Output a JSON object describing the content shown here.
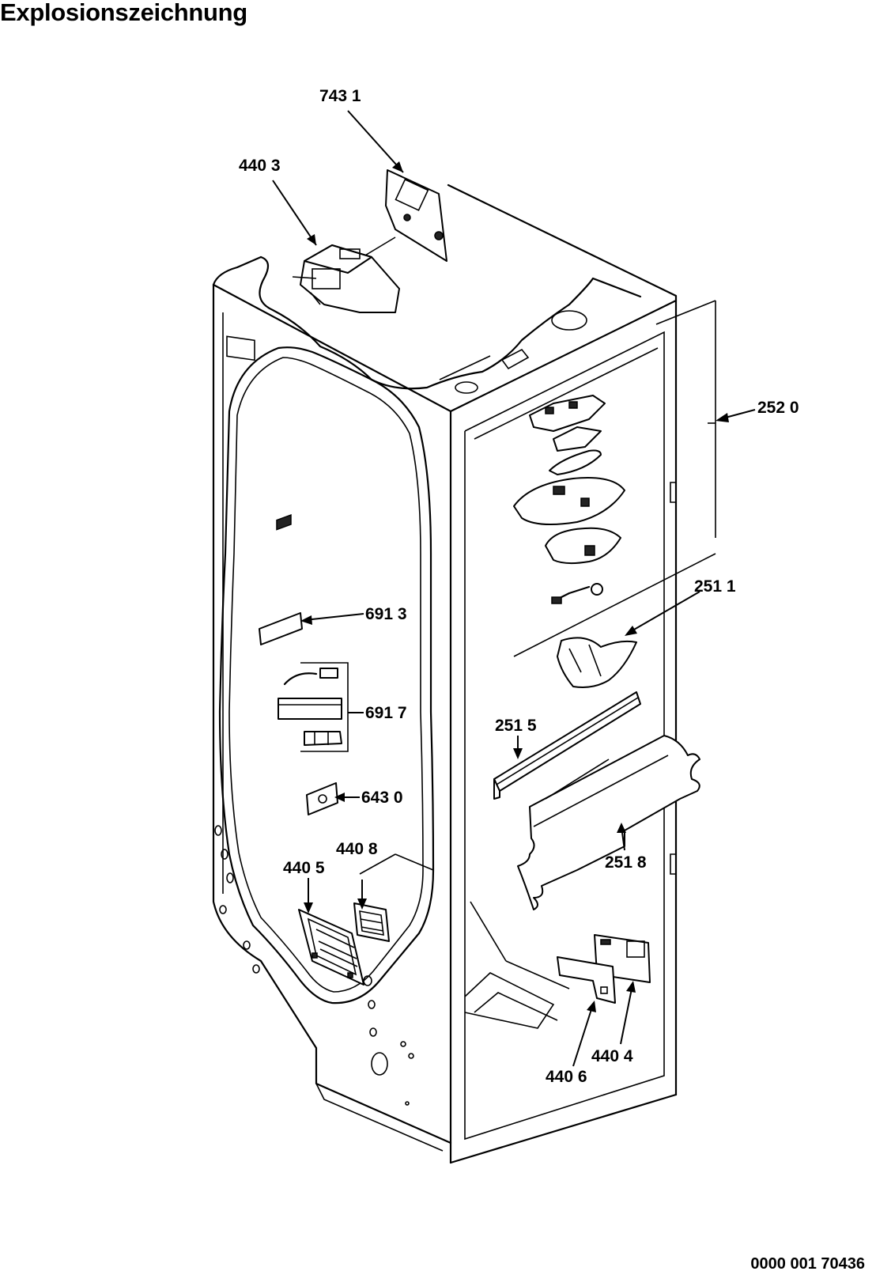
{
  "title": "Explosionszeichnung",
  "document_number": "0000 001 70436",
  "callouts": [
    {
      "id": "c-7431",
      "label": "743 1"
    },
    {
      "id": "c-4403",
      "label": "440 3"
    },
    {
      "id": "c-2520",
      "label": "252 0"
    },
    {
      "id": "c-2511",
      "label": "251 1"
    },
    {
      "id": "c-6913",
      "label": "691 3"
    },
    {
      "id": "c-6917",
      "label": "691 7"
    },
    {
      "id": "c-2515",
      "label": "251 5"
    },
    {
      "id": "c-6430",
      "label": "643 0"
    },
    {
      "id": "c-4408",
      "label": "440 8"
    },
    {
      "id": "c-4405",
      "label": "440 5"
    },
    {
      "id": "c-2518",
      "label": "251 8"
    },
    {
      "id": "c-4404",
      "label": "440 4"
    },
    {
      "id": "c-4406",
      "label": "440 6"
    }
  ]
}
